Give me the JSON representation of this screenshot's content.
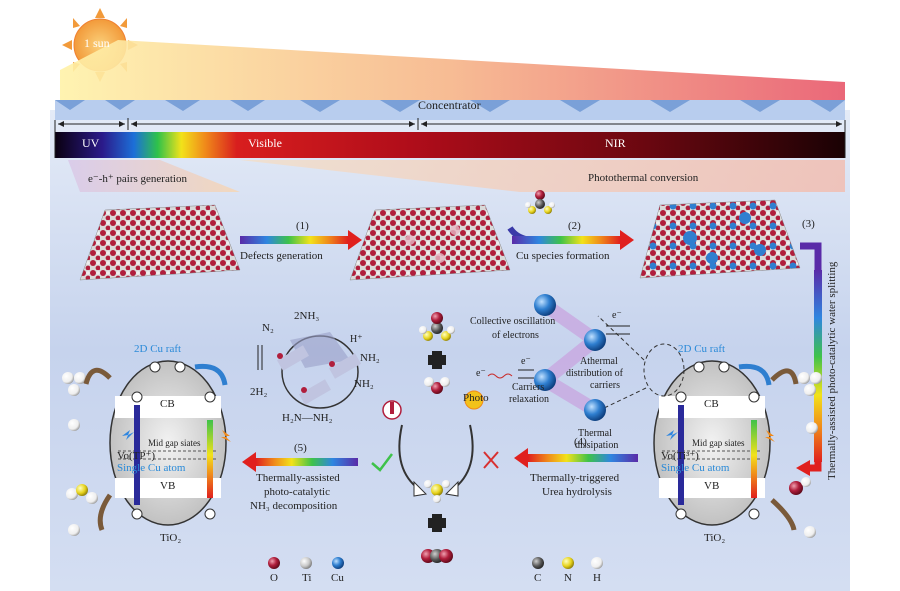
{
  "sun": {
    "label": "1 sun"
  },
  "concentrator": {
    "label": "Concentrator"
  },
  "spectrum": {
    "uv": "UV",
    "visible": "Visible",
    "nir": "NIR"
  },
  "generation": {
    "eh": "e⁻-h⁺ pairs generation",
    "photothermal": "Photothermal conversion"
  },
  "steps": {
    "s1_num": "(1)",
    "s1_label": "Defects generation",
    "s2_num": "(2)",
    "s2_label": "Cu species formation",
    "s3_num": "(3)",
    "s3_label": "Thermally-assisted photo-catalytic water splitting",
    "s4_num": "(4)",
    "s4_line1": "Thermally-triggered",
    "s4_line2": "Urea hydrolysis",
    "s5_num": "(5)",
    "s5_line1": "Thermally-assisted",
    "s5_line2": "photo-catalytic",
    "s5_line3": "NH₃ decomposition"
  },
  "mechanism": {
    "collective1": "Collective oscillation",
    "collective2": "of electrons",
    "electron": "e⁻",
    "carriers1": "Carriers",
    "carriers2": "relaxation",
    "photo": "Photo",
    "athermal1": "Athermal",
    "athermal2": "distribution of",
    "athermal3": "carriers",
    "thermal1": "Thermal",
    "thermal2": "dissipation"
  },
  "nh3_cycle": {
    "n2": "N₂",
    "nh3": "2NH₃",
    "hplus": "H⁺",
    "nh2a": "NH₂",
    "nh2b": "NH₂",
    "h2": "2H₂",
    "hydrazine": "H₂N—NH₂"
  },
  "left_cell": {
    "raft": "2D Cu raft",
    "cb": "CB",
    "vb": "VB",
    "vo": "Vo(TP⁺)",
    "single": "Single Cu atom",
    "mid": "Mid gap siates",
    "label": "TiO₂"
  },
  "right_cell": {
    "raft": "2D Cu raft",
    "cb": "CB",
    "vb": "VB",
    "vo": "Vo(Ti³⁺)",
    "single": "Single Cu atom",
    "mid": "Mid gap siates",
    "label": "TiO₂"
  },
  "legend": {
    "o": "O",
    "ti": "Ti",
    "cu": "Cu",
    "c": "C",
    "n": "N",
    "h": "H"
  },
  "colors": {
    "o": "#b01e3c",
    "ti": "#c8c8c8",
    "cu": "#2f7fd0",
    "c": "#555555",
    "n": "#e6d21a",
    "h": "#f4f4f4",
    "background": "#c9d6ee",
    "ellipse": "#dcdcdc"
  }
}
